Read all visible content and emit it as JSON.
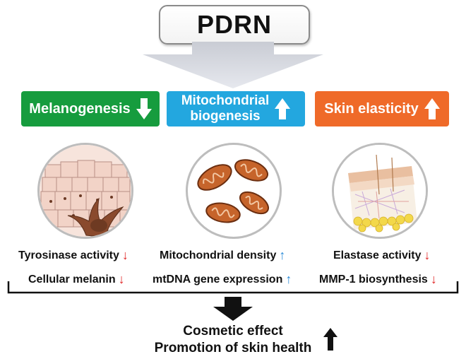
{
  "title": "PDRN",
  "pills": {
    "melanogenesis": {
      "label": "Melanogenesis",
      "color": "#169c3e",
      "direction": "down"
    },
    "mito": {
      "line1": "Mitochondrial",
      "line2": "biogenesis",
      "color": "#23a7df",
      "direction": "up"
    },
    "elasticity": {
      "label": "Skin elasticity",
      "color": "#ef6a29",
      "direction": "up"
    }
  },
  "circles": {
    "left": {
      "icon": "skin-cells-melanocyte-icon"
    },
    "center": {
      "icon": "mitochondria-icon"
    },
    "right": {
      "icon": "skin-layers-icon"
    }
  },
  "effects": {
    "col1": [
      {
        "label": "Tyrosinase activity",
        "arrow": "↓"
      },
      {
        "label": "Cellular melanin",
        "arrow": "↓"
      }
    ],
    "col2": [
      {
        "label": "Mitochondrial density",
        "arrow": "↑"
      },
      {
        "label": "mtDNA gene expression",
        "arrow": "↑"
      }
    ],
    "col3": [
      {
        "label": "Elastase activity",
        "arrow": "↓"
      },
      {
        "label": "MMP-1 biosynthesis",
        "arrow": "↓"
      }
    ]
  },
  "outcome": {
    "line1": "Cosmetic effect",
    "line2": "Promotion of skin health"
  }
}
